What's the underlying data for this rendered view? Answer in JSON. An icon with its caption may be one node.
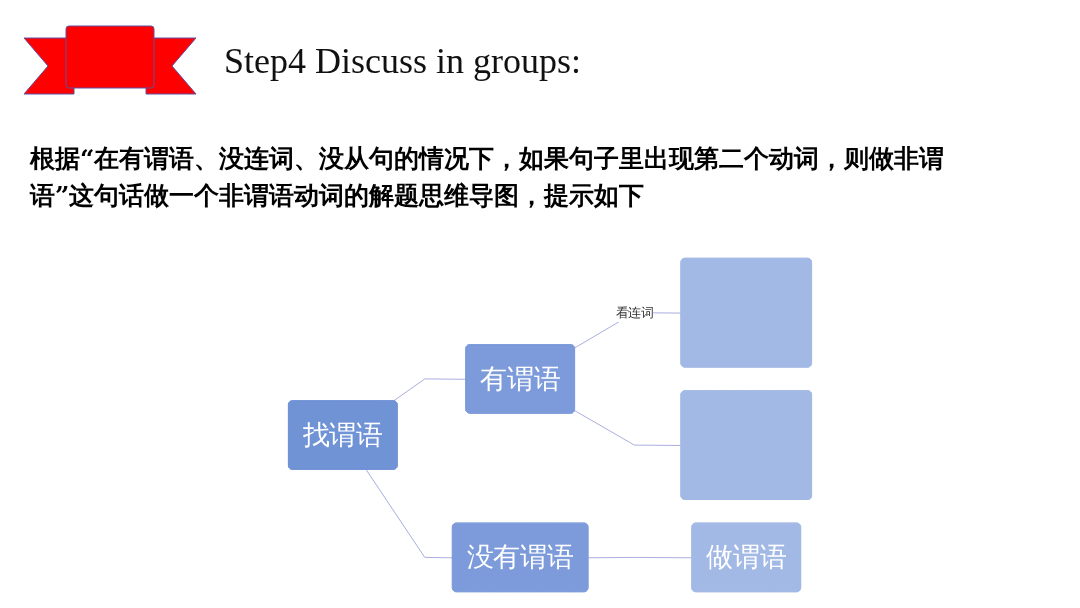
{
  "diagram": {
    "title": "Step4 Discuss in groups:",
    "nodes": [
      {
        "text": [
          "找谓语"
        ]
      },
      {
        "text": [
          "有谓语"
        ]
      },
      {
        "text": [
          "没有谓语"
        ]
      },
      {
        "text": [],
        "shape": "box"
      },
      {
        "text": [],
        "shape": "box"
      },
      {
        "text": [
          "做谓语"
        ]
      }
    ],
    "edges": [
      {
        "from": 0,
        "to": 1,
        "arrow": "none"
      },
      {
        "from": 0,
        "to": 2,
        "arrow": "none"
      },
      {
        "from": 1,
        "to": 3,
        "arrow": "none",
        "label": "看连词"
      },
      {
        "from": 1,
        "to": 4,
        "arrow": "none"
      },
      {
        "from": 2,
        "to": 5,
        "arrow": "none"
      }
    ],
    "labels": [
      "根据“在有谓语、没连词、没从句的情况下，如果句子里出现第二个动词，则做非谓语”这句话做一个非谓语动词的解题思维导图，提示如下"
    ]
  }
}
